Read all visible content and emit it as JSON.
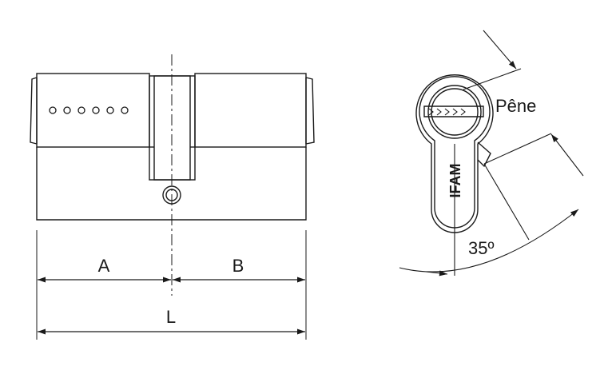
{
  "labels": {
    "dim_a": "A",
    "dim_b": "B",
    "dim_l": "L",
    "bolt": "Pêne",
    "angle": "35º",
    "brand": "IFAM"
  },
  "style": {
    "stroke": "#1a1a1a",
    "fill": "#ffffff",
    "center_line": "#555555"
  }
}
